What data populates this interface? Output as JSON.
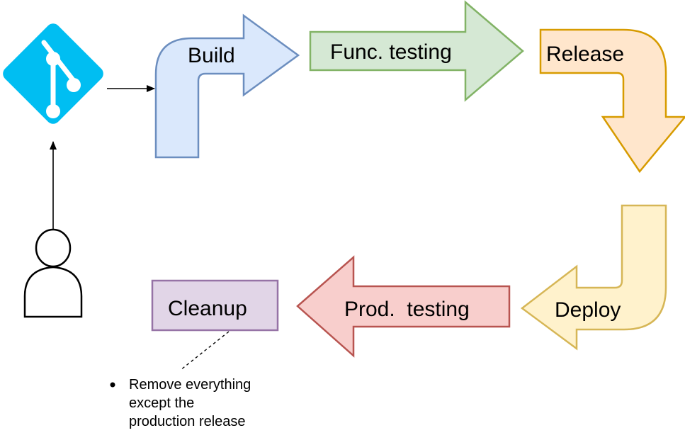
{
  "steps": {
    "build": {
      "label": "Build",
      "fill": "#dae8fc",
      "stroke": "#6c8ebf"
    },
    "func_testing": {
      "label": "Func. testing",
      "fill": "#d5e8d4",
      "stroke": "#82b366"
    },
    "release": {
      "label": "Release",
      "fill": "#ffe6cc",
      "stroke": "#d79b00"
    },
    "deploy": {
      "label": "Deploy",
      "fill": "#fff2cc",
      "stroke": "#d6b656"
    },
    "prod_testing": {
      "label": "Prod.  testing",
      "fill": "#f8cecc",
      "stroke": "#b85450"
    },
    "cleanup": {
      "label": "Cleanup",
      "fill": "#e1d5e7",
      "stroke": "#9673a6"
    }
  },
  "note": {
    "lines": [
      "Remove everything",
      "except the",
      "production release"
    ]
  },
  "icons": {
    "repo": {
      "name": "git-icon",
      "color": "#00bef2"
    },
    "user": {
      "name": "user-icon"
    }
  }
}
